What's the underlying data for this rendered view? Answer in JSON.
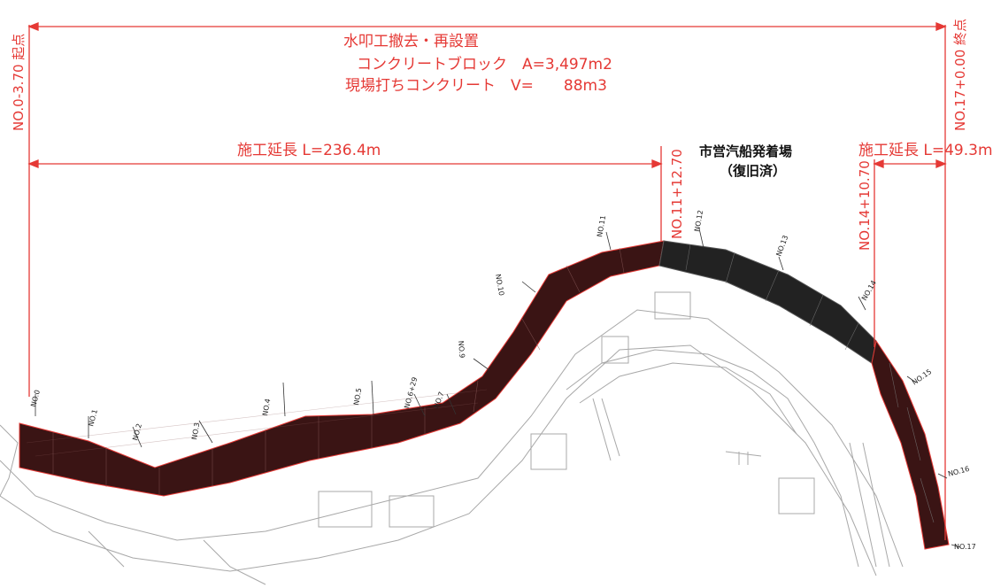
{
  "drawing": {
    "start_label": "NO.0-3.70 起点",
    "end_label": "NO.17+0.00 終点",
    "mid_label": "NO.11+12.70",
    "mid2_label": "NO.14+10.70",
    "work_title": "水叩工撤去・再設置",
    "work_line1": "コンクリートブロック　A=3,497m2",
    "work_line2": "現場打ちコンクリート　V=　　88m3",
    "length1": "施工延長 L=236.4m",
    "length2": "施工延長 L=49.3m",
    "pier_name": "市営汽船発着場",
    "pier_status": "（復旧済）",
    "station_labels": [
      "NO.0",
      "NO.1",
      "NO.2",
      "NO.3",
      "NO.4",
      "NO.5",
      "NO.6+29",
      "NO.7",
      "NO.9",
      "NO.10",
      "NO.11",
      "NO.12",
      "NO.13",
      "NO.14",
      "NO.15",
      "NO.16",
      "NO.17"
    ]
  },
  "colors": {
    "annotation": "#e53935",
    "block_fill": "#3a1414",
    "restored_fill": "#222222",
    "linework": "#9e9e9e"
  }
}
